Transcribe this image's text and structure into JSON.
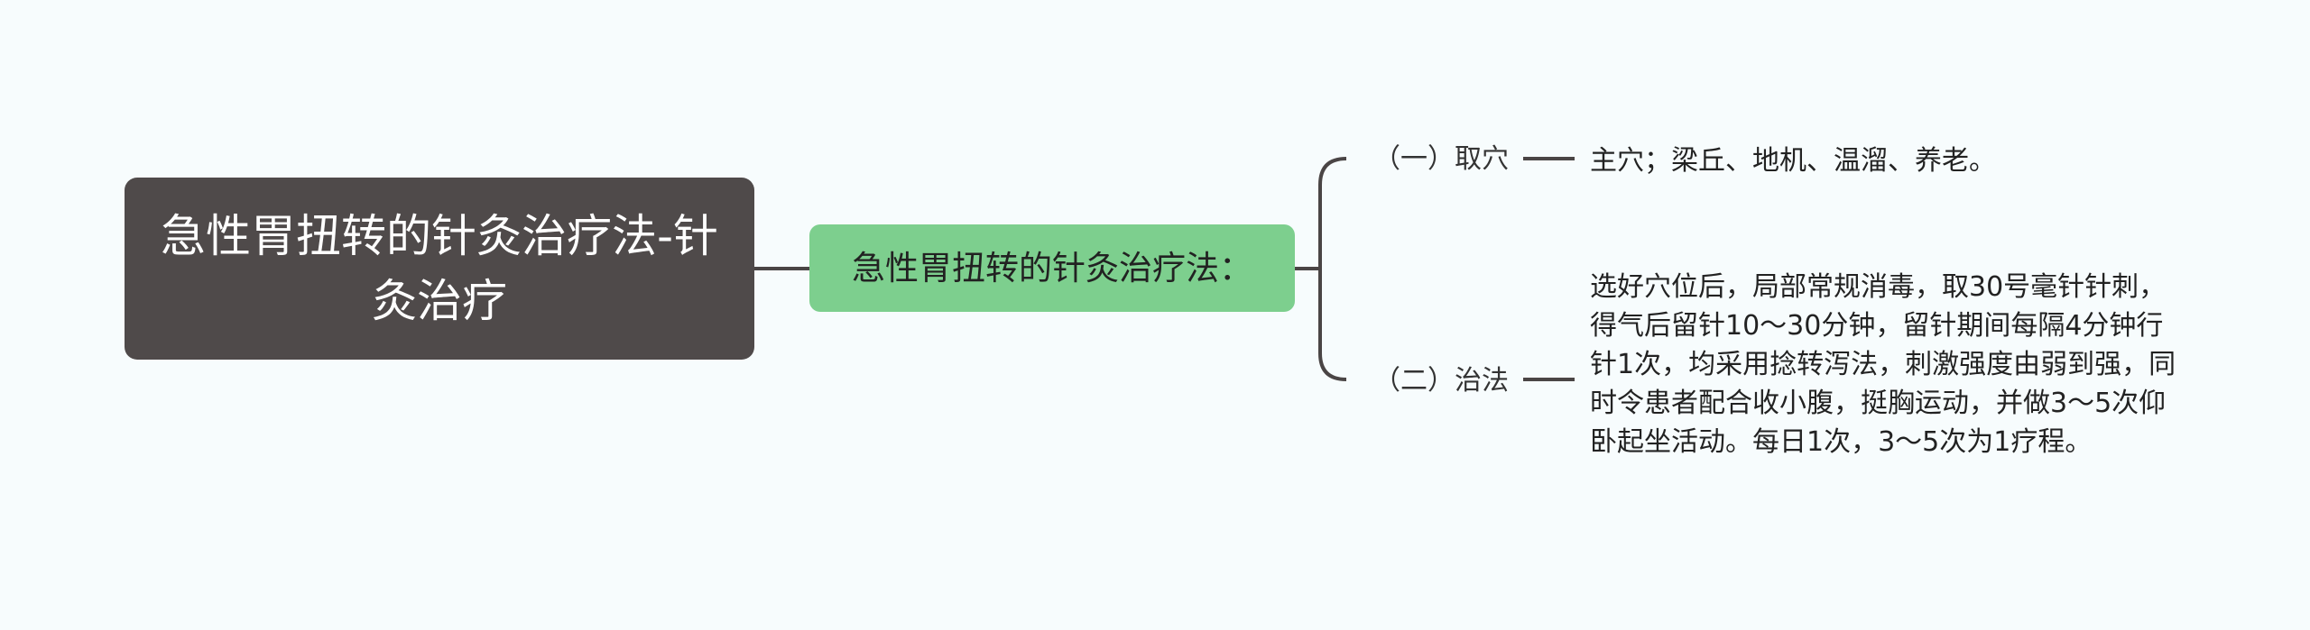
{
  "root": {
    "title": "急性胃扭转的针灸治疗法-针灸治疗"
  },
  "topic": {
    "label": "急性胃扭转的针灸治疗法："
  },
  "branches": [
    {
      "label": "（一）取穴",
      "detail": "主穴；梁丘、地机、温溜、养老。"
    },
    {
      "label": "（二）治法",
      "detail": "选好穴位后，局部常规消毒，取30号毫针针刺，得气后留针10～30分钟，留针期间每隔4分钟行针1次，均采用捻转泻法，刺激强度由弱到强，同时令患者配合收小腹，挺胸运动，并做3～5次仰卧起坐活动。每日1次，3～5次为1疗程。"
    }
  ],
  "colors": {
    "background": "#f7fcfd",
    "root_fill": "#4f4a4a",
    "topic_fill": "#7dcf8e",
    "connector": "#4a4545"
  }
}
